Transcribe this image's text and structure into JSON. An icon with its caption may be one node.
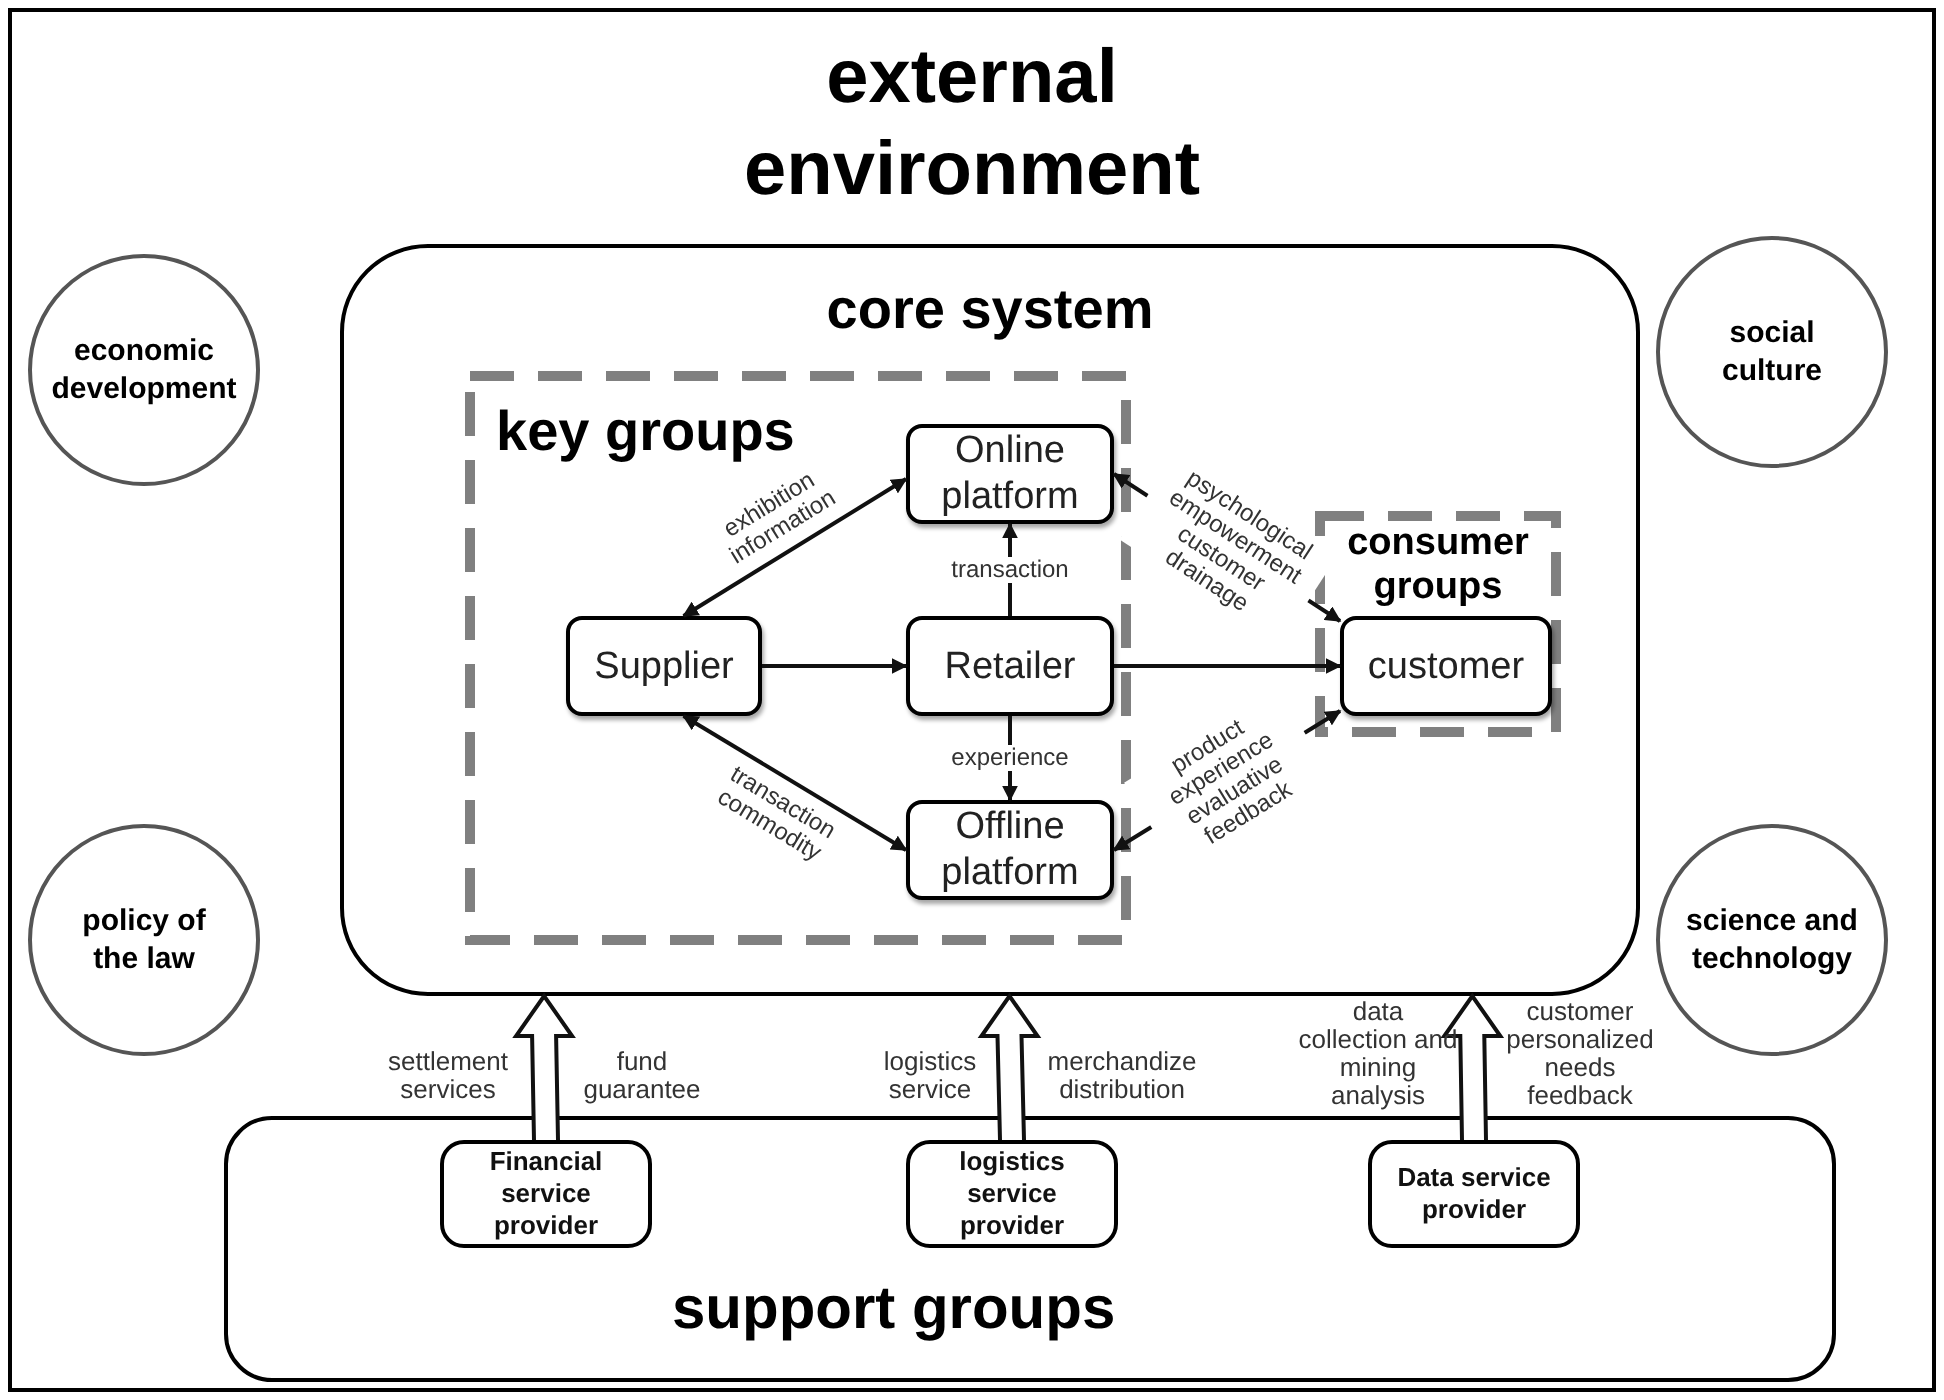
{
  "diagram": {
    "nodes": [
      {
        "text": [
          "external environment"
        ]
      },
      {
        "text": [
          "economic development"
        ],
        "in": 0
      },
      {
        "text": [
          "social culture"
        ],
        "in": 0
      },
      {
        "text": [
          "core system"
        ],
        "in": 0
      },
      {
        "text": [
          "key groups"
        ],
        "in": 3
      },
      {
        "text": [
          "Online platform"
        ],
        "in": 4
      },
      {
        "text": [
          "Supplier"
        ],
        "in": 4
      },
      {
        "text": [
          "Retailer"
        ],
        "in": 4
      },
      {
        "text": [
          "Offline platform"
        ],
        "in": 4
      },
      {
        "text": [
          "consumer groups"
        ],
        "in": 3
      },
      {
        "text": [
          "customer"
        ],
        "in": 9
      },
      {
        "text": [
          "policy of the law"
        ],
        "in": 0
      },
      {
        "text": [
          "science and technology"
        ],
        "in": 0
      },
      {
        "text": [
          "support groups"
        ],
        "in": 0
      },
      {
        "text": [
          "Financial service provider"
        ],
        "in": 13
      },
      {
        "text": [
          "logistics service provider"
        ],
        "in": 13
      },
      {
        "text": [
          "Data service provider"
        ],
        "in": 13
      }
    ],
    "edges": [
      {
        "from": 6,
        "to": 5,
        "arrow": "both",
        "label": "exhibition information"
      },
      {
        "from": 6,
        "to": 7,
        "arrow": "to"
      },
      {
        "from": 7,
        "to": 5,
        "arrow": "to",
        "label": "transaction"
      },
      {
        "from": 7,
        "to": 8,
        "arrow": "to",
        "label": "experience"
      },
      {
        "from": 6,
        "to": 8,
        "arrow": "both",
        "label": "transaction commodity"
      },
      {
        "from": 5,
        "to": 10,
        "arrow": "both",
        "label": "psychological empowerment customer drainage"
      },
      {
        "from": 7,
        "to": 10,
        "arrow": "to"
      },
      {
        "from": 8,
        "to": 10,
        "arrow": "both",
        "label": "product experience evaluative feedback"
      },
      {
        "from": 14,
        "to": 3,
        "arrow": "to",
        "style": "thick"
      },
      {
        "from": 15,
        "to": 3,
        "arrow": "to",
        "style": "thick"
      },
      {
        "from": 16,
        "to": 3,
        "arrow": "to",
        "style": "thick"
      }
    ],
    "labels": [
      "settlement services",
      "fund guarantee",
      "logistics service",
      "merchandize distribution",
      "data collection and mining analysis",
      "customer personalized needs feedback"
    ]
  }
}
